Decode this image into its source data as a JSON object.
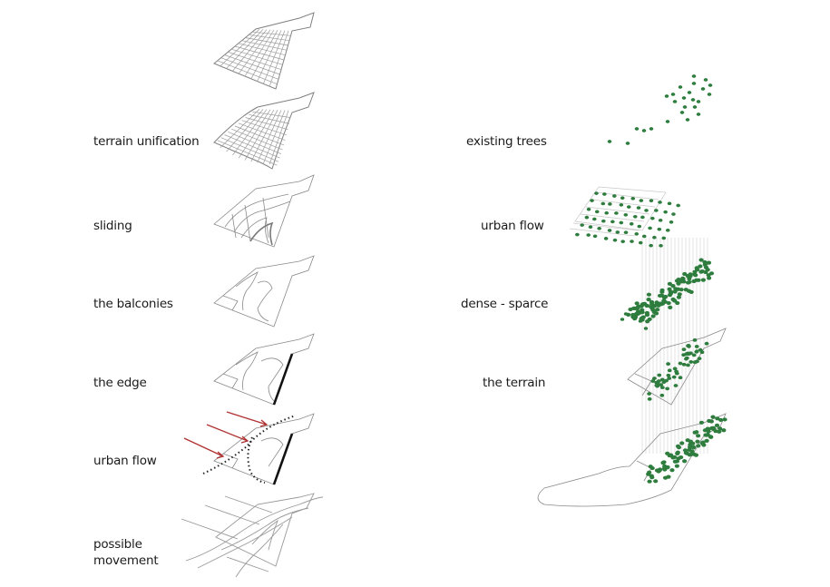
{
  "diagram": {
    "left_column": {
      "steps": [
        {
          "label": "",
          "drawing": "flat-grid-terrain"
        },
        {
          "label": "terrain unification",
          "drawing": "warped-grid-terrain"
        },
        {
          "label": "sliding",
          "drawing": "sliding-contours"
        },
        {
          "label": "the balconies",
          "drawing": "balcony-outlines"
        },
        {
          "label": "the edge",
          "drawing": "edge-outline"
        },
        {
          "label": "urban flow",
          "drawing": "flow-arrows"
        },
        {
          "label": "possible movement",
          "label_lines": [
            "possible",
            "movement"
          ],
          "drawing": "movement-lines"
        }
      ]
    },
    "right_column": {
      "steps": [
        {
          "label": "existing trees",
          "drawing": "scattered-trees"
        },
        {
          "label": "urban flow",
          "drawing": "trees-over-street-grid"
        },
        {
          "label": "dense - sparce",
          "drawing": "dense-tree-cluster"
        },
        {
          "label": "the terrain",
          "drawing": "trees-on-terrain"
        },
        {
          "label": "",
          "drawing": "full-site-with-trees"
        }
      ]
    },
    "colors": {
      "line": "#8a8a8a",
      "dark_line": "#111111",
      "tree": "#2e7d3e",
      "arrow": "#b03030",
      "projection": "#d8d8d8"
    }
  }
}
